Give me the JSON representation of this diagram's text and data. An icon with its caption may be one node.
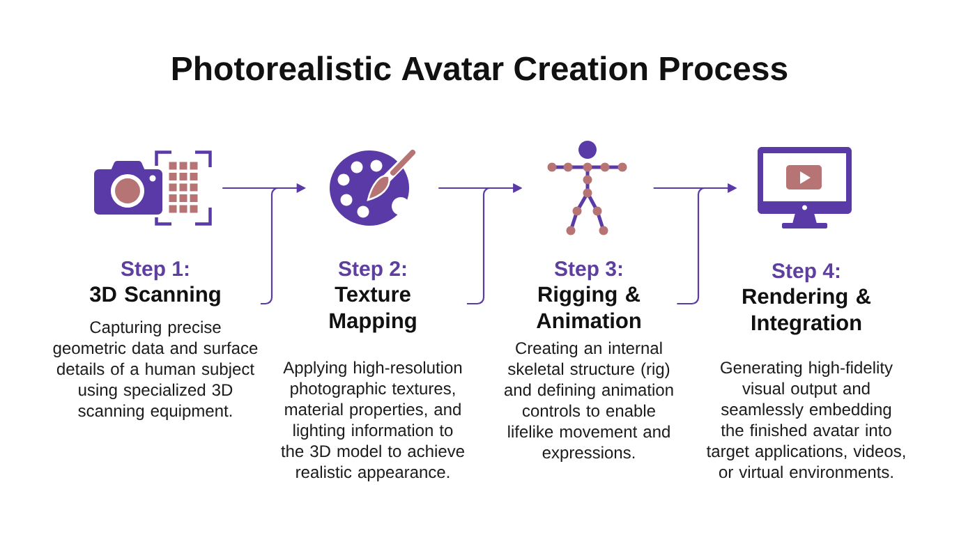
{
  "diagram": {
    "title": "Photorealistic Avatar Creation Process",
    "nodes": [
      {
        "text": [],
        "shape": "picture"
      },
      {
        "text": [
          "Step 1:",
          "3D Scanning",
          "Capturing precise geometric data and surface details of a human subject using specialized 3D scanning equipment."
        ]
      },
      {
        "text": [],
        "shape": "picture"
      },
      {
        "text": [
          "Step 2:",
          "Texture Mapping",
          "Applying high-resolution photographic textures, material properties, and lighting information to the 3D model to achieve realistic appearance."
        ]
      },
      {
        "text": [],
        "shape": "picture"
      },
      {
        "text": [
          "Step 3:",
          "Rigging & Animation",
          "Creating an internal skeletal structure (rig) and defining animation controls to enable lifelike movement and expressions."
        ]
      },
      {
        "text": [],
        "shape": "picture"
      },
      {
        "text": [
          "Step 4:",
          "Rendering & Integration",
          "Generating high-fidelity visual output and seamlessly embedding the finished avatar into target applications, videos, or virtual environments."
        ]
      }
    ],
    "edges": [
      {
        "from": 0,
        "to": 2,
        "arrow": "to"
      },
      {
        "from": 1,
        "to": 2,
        "arrow": "to"
      },
      {
        "from": 2,
        "to": 4,
        "arrow": "to"
      },
      {
        "from": 3,
        "to": 4,
        "arrow": "to"
      },
      {
        "from": 4,
        "to": 6,
        "arrow": "to"
      },
      {
        "from": 5,
        "to": 6,
        "arrow": "to"
      }
    ]
  }
}
